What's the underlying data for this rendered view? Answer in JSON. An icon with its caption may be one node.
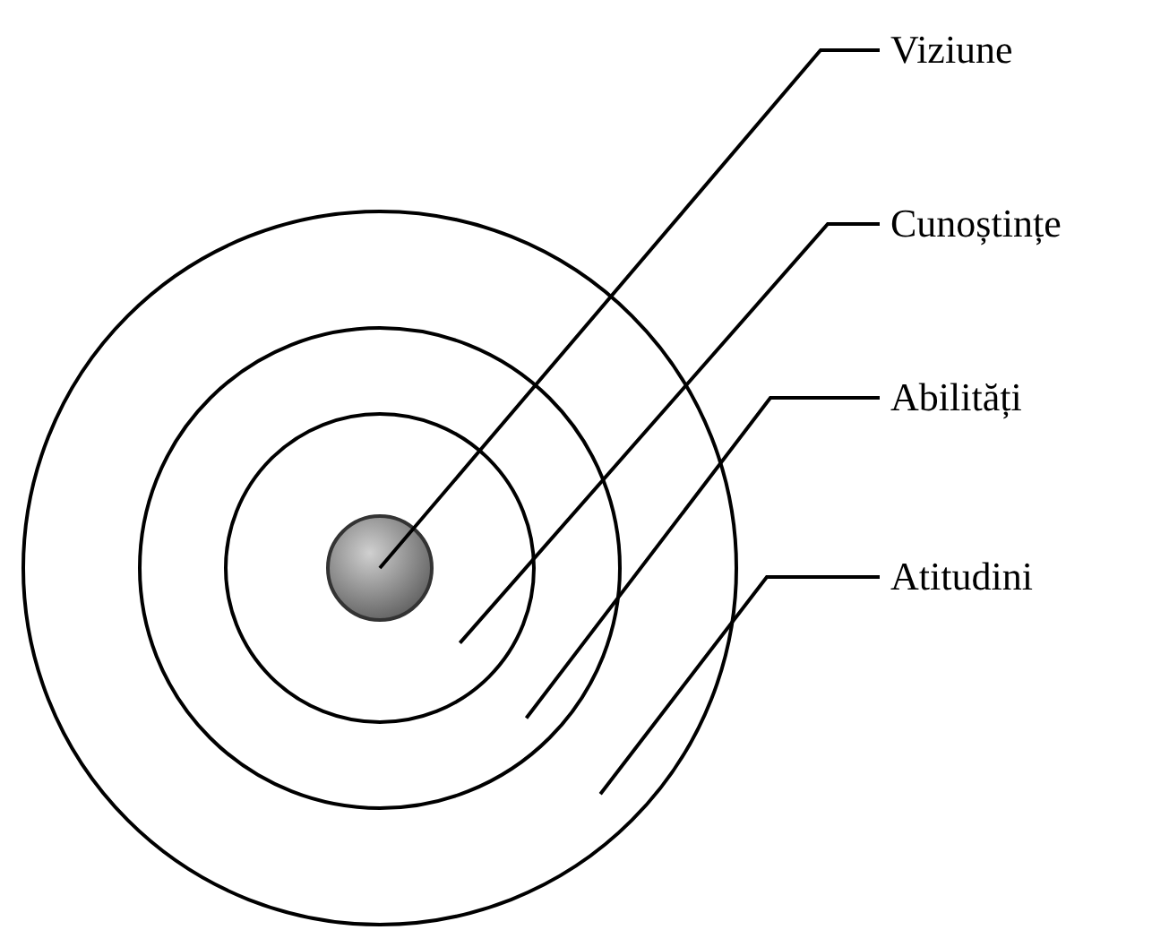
{
  "diagram": {
    "nodes": [
      {
        "text": [],
        "shape": "circle"
      },
      {
        "text": [],
        "shape": "circle",
        "in": 0
      },
      {
        "text": [],
        "shape": "circle",
        "in": 1
      },
      {
        "text": [],
        "shape": "circle",
        "in": 2
      },
      {
        "text": [
          "Viziune"
        ]
      },
      {
        "text": [
          "Cunoștințe"
        ]
      },
      {
        "text": [
          "Abilități"
        ]
      },
      {
        "text": [
          "Atitudini"
        ]
      }
    ],
    "edges": [
      {
        "from": 4,
        "to": 3,
        "arrow": "none"
      },
      {
        "from": 5,
        "to": 2,
        "arrow": "none"
      },
      {
        "from": 6,
        "to": 1,
        "arrow": "none"
      },
      {
        "from": 7,
        "to": 0,
        "arrow": "none"
      }
    ]
  }
}
